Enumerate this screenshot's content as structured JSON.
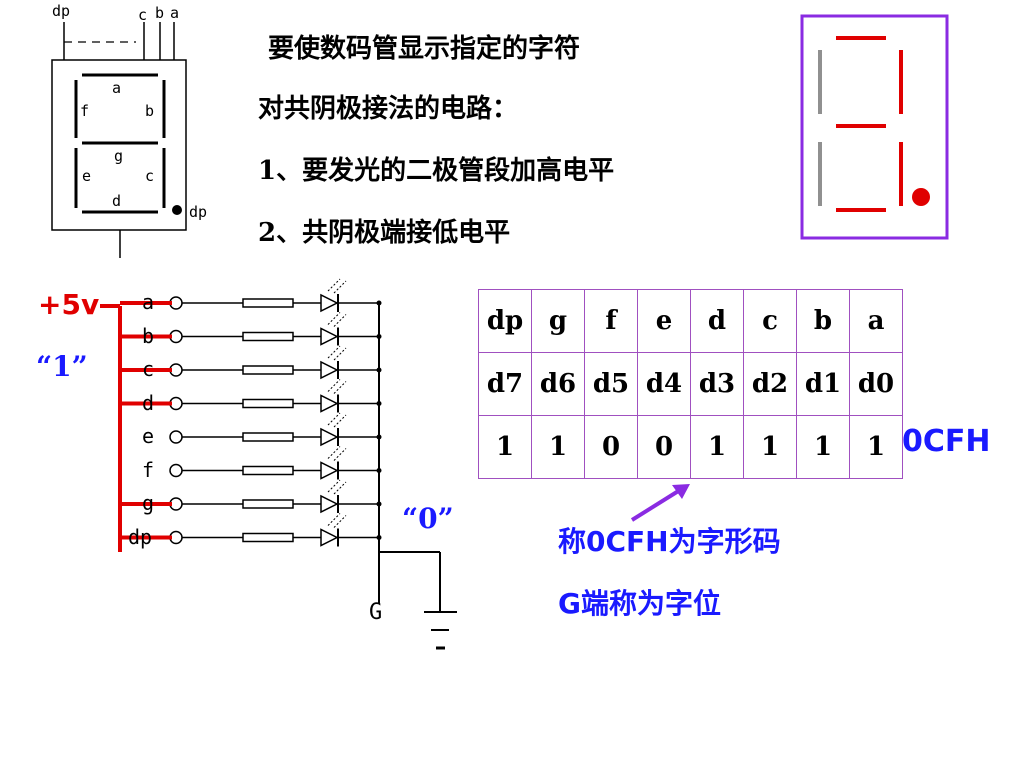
{
  "pin_diagram": {
    "top_pins": [
      "dp",
      "c",
      "b",
      "a"
    ],
    "segments": [
      "a",
      "f",
      "b",
      "g",
      "e",
      "c",
      "d"
    ],
    "dp_label": "dp"
  },
  "intro": {
    "line1": "要使数码管显示指定的字符",
    "line2": "对共阴极接法的电路：",
    "line3": "1、要发光的二极管段加高电平",
    "line4": "2、共阴极端接低电平"
  },
  "circuit": {
    "vcc_label": "+5v",
    "one_label": "“1”",
    "zero_label": "“0”",
    "ground_label": "G",
    "rows": [
      "a",
      "b",
      "c",
      "d",
      "e",
      "f",
      "g",
      "dp"
    ],
    "driven_rows": [
      "a",
      "b",
      "c",
      "d",
      "g",
      "dp"
    ]
  },
  "table": {
    "header": [
      "dp",
      "g",
      "f",
      "e",
      "d",
      "c",
      "b",
      "a"
    ],
    "bits": [
      "d7",
      "d6",
      "d5",
      "d4",
      "d3",
      "d2",
      "d1",
      "d0"
    ],
    "values": [
      "1",
      "1",
      "0",
      "0",
      "1",
      "1",
      "1",
      "1"
    ]
  },
  "code_value": "0CFH",
  "notes": {
    "line1": "称0CFH为字形码",
    "line2": "G端称为字位"
  },
  "colors": {
    "red": "#e00000",
    "blue": "#1a1aff",
    "purple": "#8a2be2",
    "grid": "#a050c0"
  }
}
